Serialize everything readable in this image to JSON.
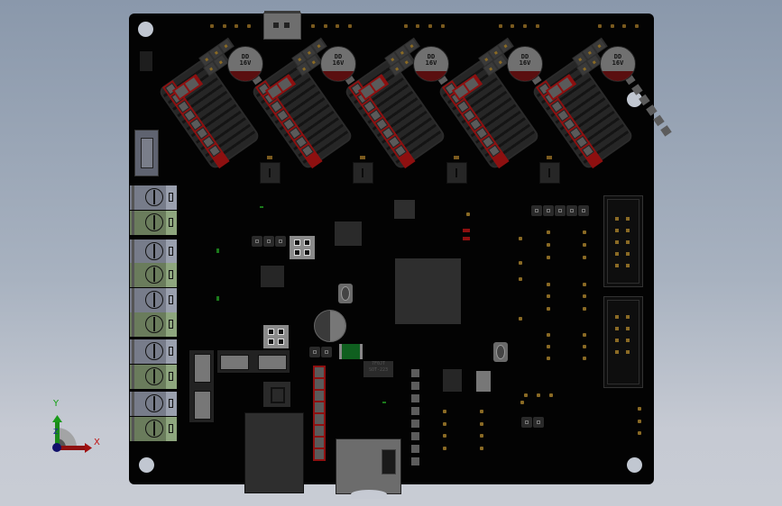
{
  "viewport": {
    "type": "3D CAD model view",
    "subject": "3D printer controller PCB",
    "background_colors": [
      "#8a98ab",
      "#c8ccd4"
    ]
  },
  "board": {
    "color": "#030303",
    "stepper_drivers": [
      {
        "id": "driver-1",
        "cap_label": "DD\n16V"
      },
      {
        "id": "driver-2",
        "cap_label": "DD\n16V"
      },
      {
        "id": "driver-3",
        "cap_label": "DD\n16V"
      },
      {
        "id": "driver-4",
        "cap_label": "DD\n16V"
      },
      {
        "id": "driver-5",
        "cap_label": "DD\n16V"
      }
    ],
    "regulator_label": "7F0JT\nSOT-223",
    "component_colors": {
      "red_pin_strip": "#8e1010",
      "terminal_blue": "#777c8a",
      "terminal_green": "#6a7c5c",
      "gold_pin": "#8a6a24",
      "mcu": "#2e2e2e",
      "cap_band": "#5a0f10",
      "led_green": "#1b7a1b",
      "fuse_green": "#0f5f1f"
    }
  },
  "axis_triad": {
    "x_label": "X",
    "y_label": "Y",
    "z_label": "Z",
    "x_color": "#c01010",
    "y_color": "#10a010",
    "z_color": "#101080"
  }
}
